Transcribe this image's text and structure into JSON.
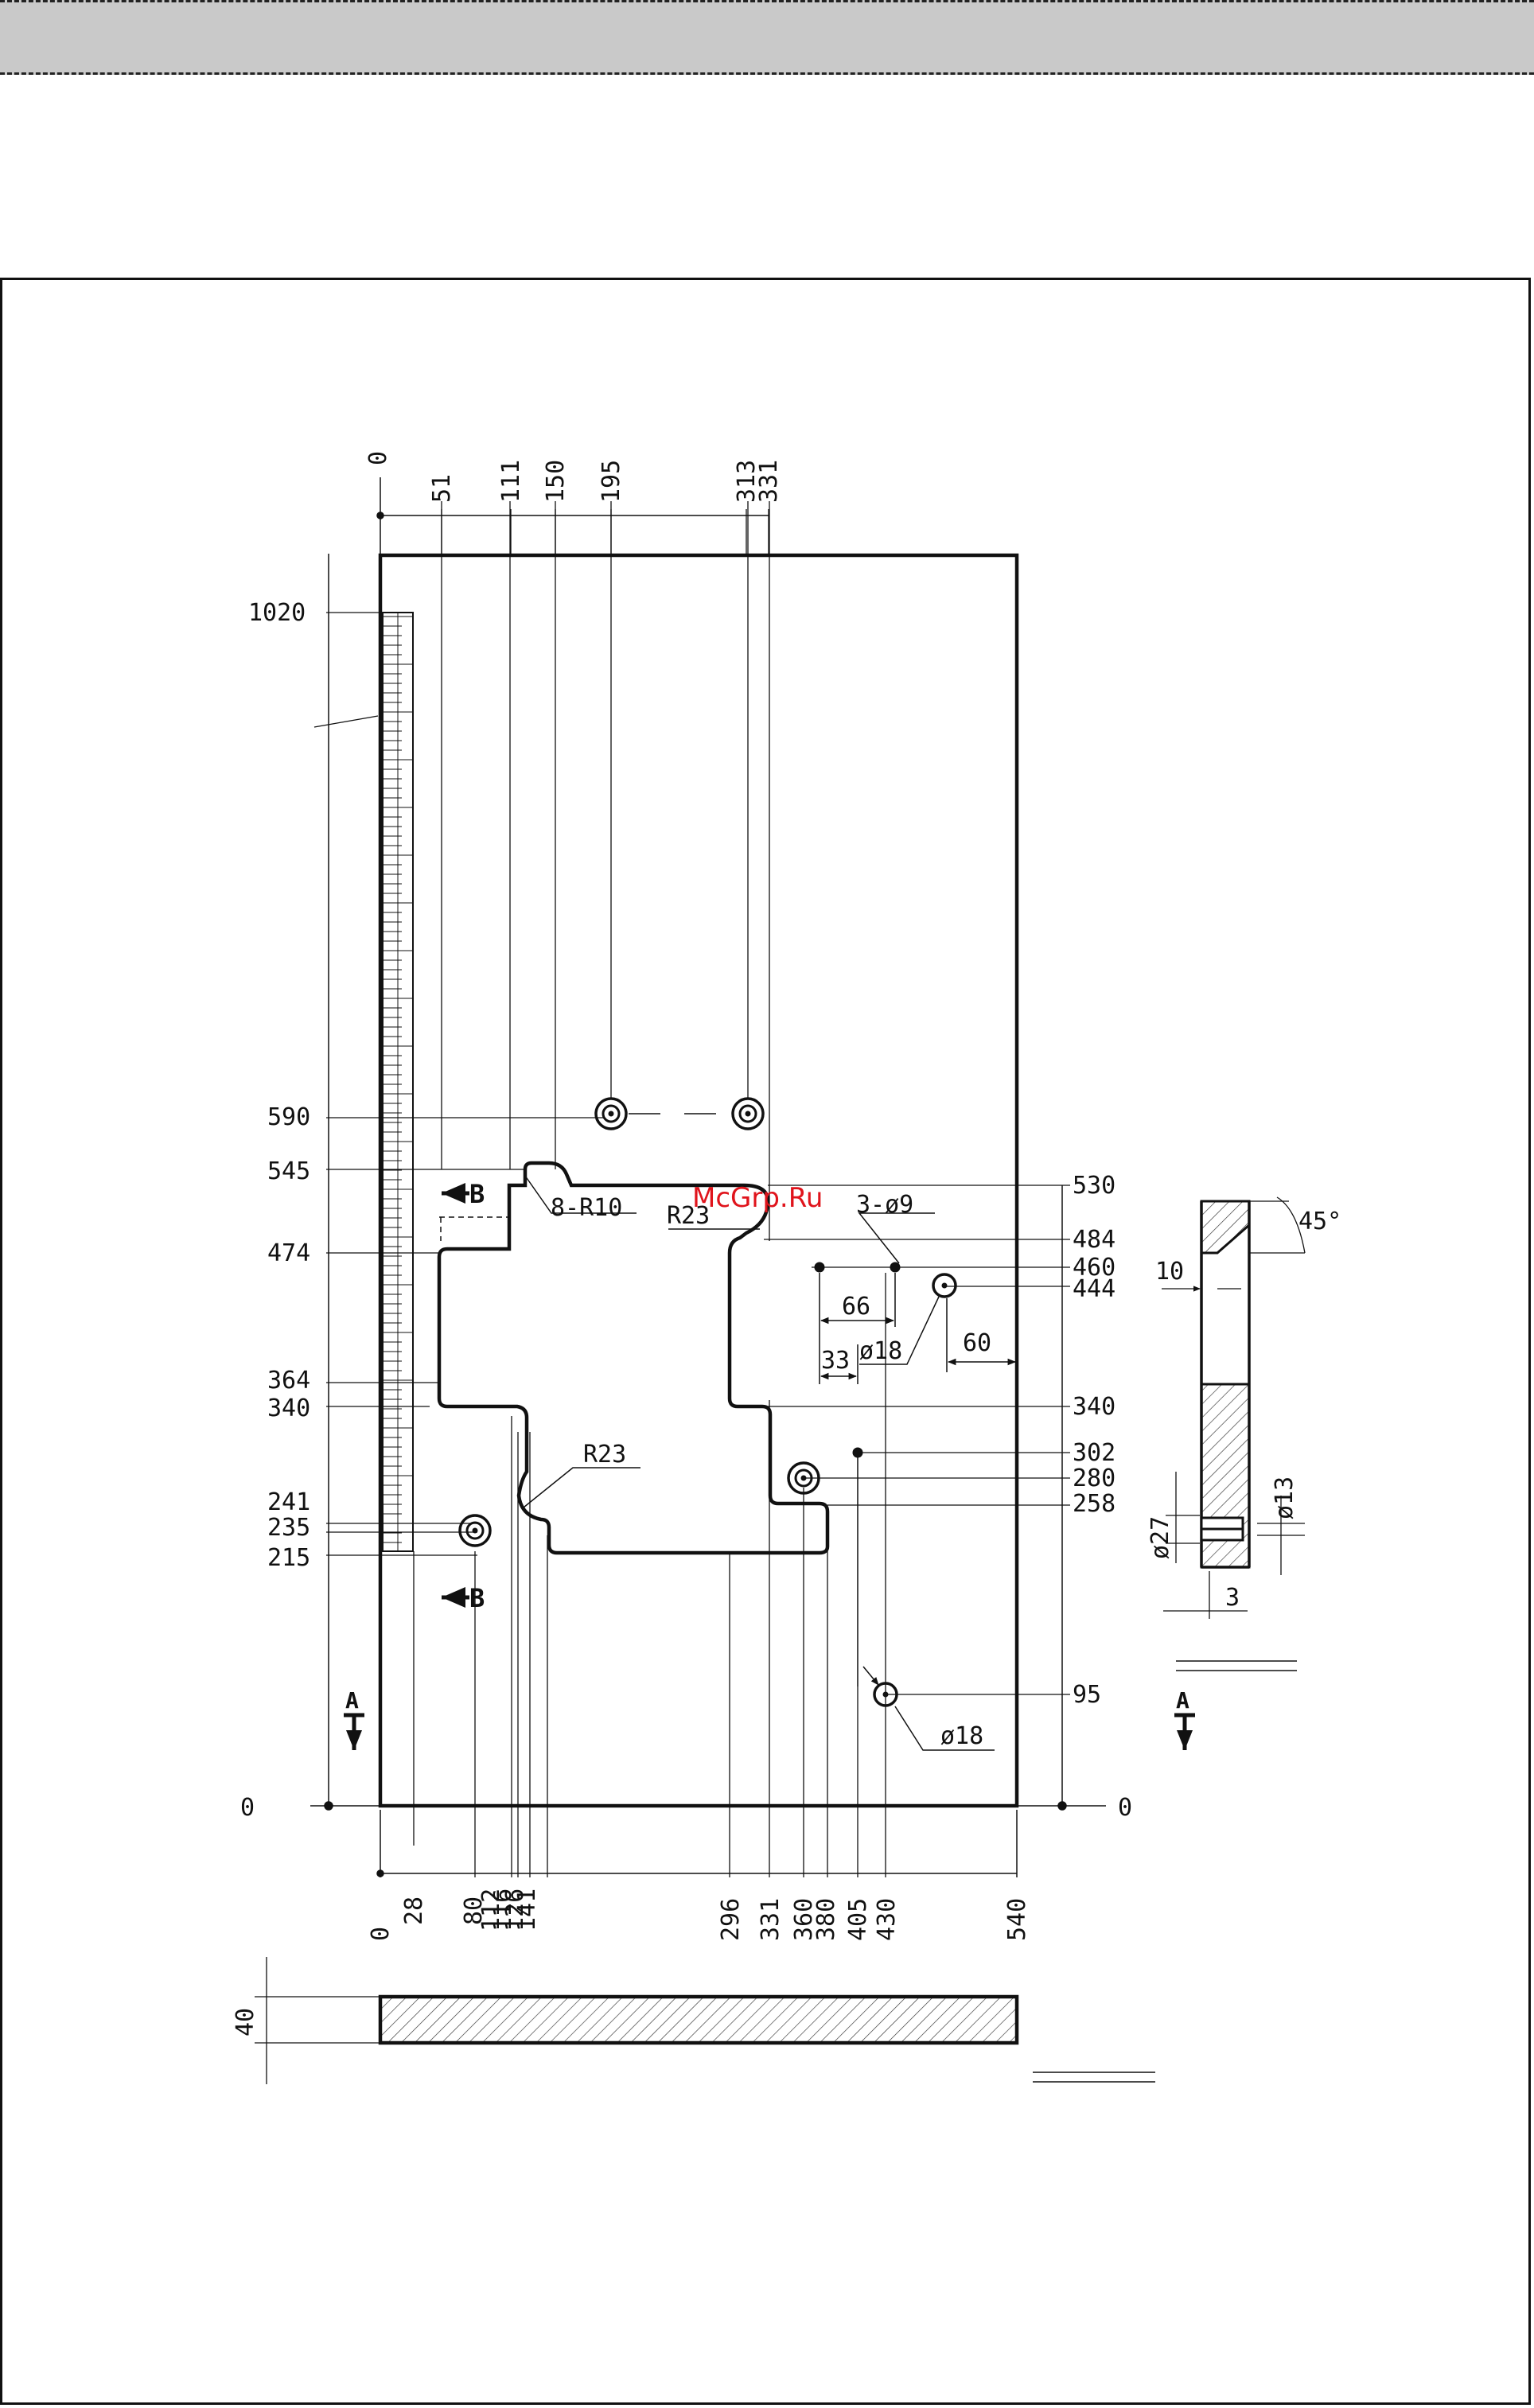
{
  "watermark": "McGrp.Ru",
  "plan": {
    "top_dims": [
      "0",
      "51",
      "111",
      "150",
      "195",
      "313",
      "331"
    ],
    "left_dims": [
      "1020",
      "590",
      "545",
      "474",
      "364",
      "340",
      "241",
      "235",
      "215",
      "0"
    ],
    "right_dims": [
      "530",
      "484",
      "460",
      "444",
      "340",
      "302",
      "280",
      "258",
      "95",
      "0"
    ],
    "bottom_dims": [
      "0",
      "28",
      "80",
      "112",
      "116",
      "126",
      "141",
      "296",
      "331",
      "360",
      "380",
      "405",
      "430",
      "540"
    ]
  },
  "annotations": {
    "radius_corners": "8-R10",
    "radius_top": "R23",
    "radius_left": "R23",
    "holes_small": "3-ø9",
    "hole_upper": "ø18",
    "hole_lower": "ø18",
    "spacing_66": "66",
    "spacing_33": "33",
    "spacing_60": "60",
    "section_a": "A",
    "section_b_upper": "B",
    "section_b_lower": "B"
  },
  "section_view": {
    "angle": "45°",
    "dim_10": "10",
    "dim_d27": "ø27",
    "dim_d13": "ø13",
    "dim_3": "3",
    "label": "A"
  },
  "thickness_view": {
    "dim": "40"
  }
}
